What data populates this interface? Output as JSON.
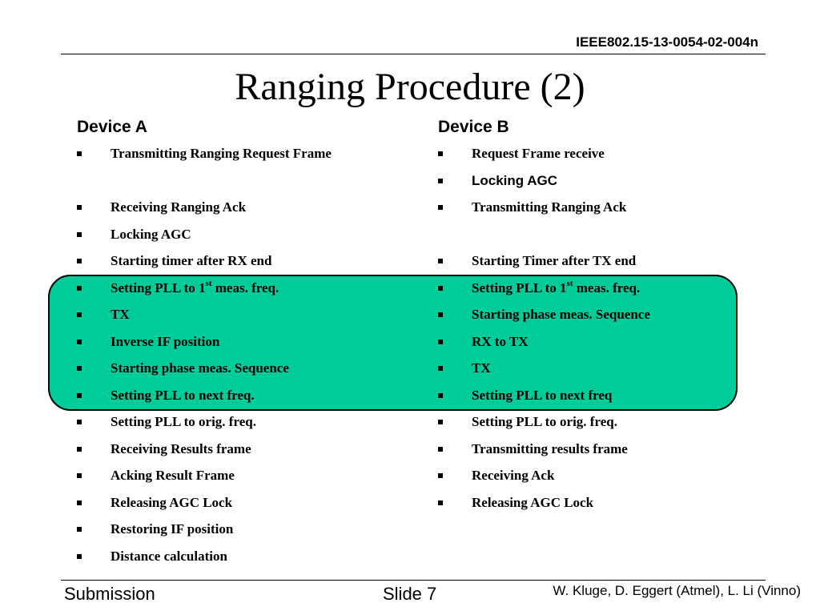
{
  "header": {
    "doc_id": "IEEE802.15-13-0054-02-004n"
  },
  "title": "Ranging Procedure (2)",
  "device_a": {
    "heading": "Device A",
    "items": [
      {
        "text": "Transmitting Ranging Request Frame"
      },
      {
        "text": ""
      },
      {
        "text": "Receiving Ranging Ack"
      },
      {
        "text": "Locking AGC"
      },
      {
        "text": "Starting timer after RX end"
      },
      {
        "pre": "Setting PLL to 1",
        "sup": "st",
        "post": " meas. freq."
      },
      {
        "text": "TX"
      },
      {
        "text": "Inverse IF position"
      },
      {
        "text": "Starting phase meas. Sequence"
      },
      {
        "text": "Setting PLL to next freq."
      },
      {
        "text": "Setting PLL to orig. freq."
      },
      {
        "text": "Receiving Results frame"
      },
      {
        "text": "Acking Result Frame"
      },
      {
        "text": "Releasing AGC Lock"
      },
      {
        "text": "Restoring IF position"
      },
      {
        "text": "Distance calculation"
      }
    ]
  },
  "device_b": {
    "heading": "Device B",
    "items": [
      {
        "text": "Request Frame receive"
      },
      {
        "text": "Locking AGC"
      },
      {
        "text": "Transmitting Ranging Ack"
      },
      {
        "text": ""
      },
      {
        "text": "Starting Timer after TX end"
      },
      {
        "pre": "Setting PLL to 1",
        "sup": "st",
        "post": " meas. freq."
      },
      {
        "text": "Starting phase meas. Sequence"
      },
      {
        "text": "RX to TX"
      },
      {
        "text": "TX"
      },
      {
        "text": "Setting PLL to next freq"
      },
      {
        "text": "Setting PLL to orig. freq."
      },
      {
        "text": "Transmitting results frame"
      },
      {
        "text": "Receiving Ack"
      },
      {
        "text": "Releasing AGC Lock"
      }
    ]
  },
  "footer": {
    "left": "Submission",
    "center": "Slide 7",
    "right": "W. Kluge, D. Eggert (Atmel), L. Li (Vinno)"
  },
  "colors": {
    "highlight": "#00cc99"
  }
}
